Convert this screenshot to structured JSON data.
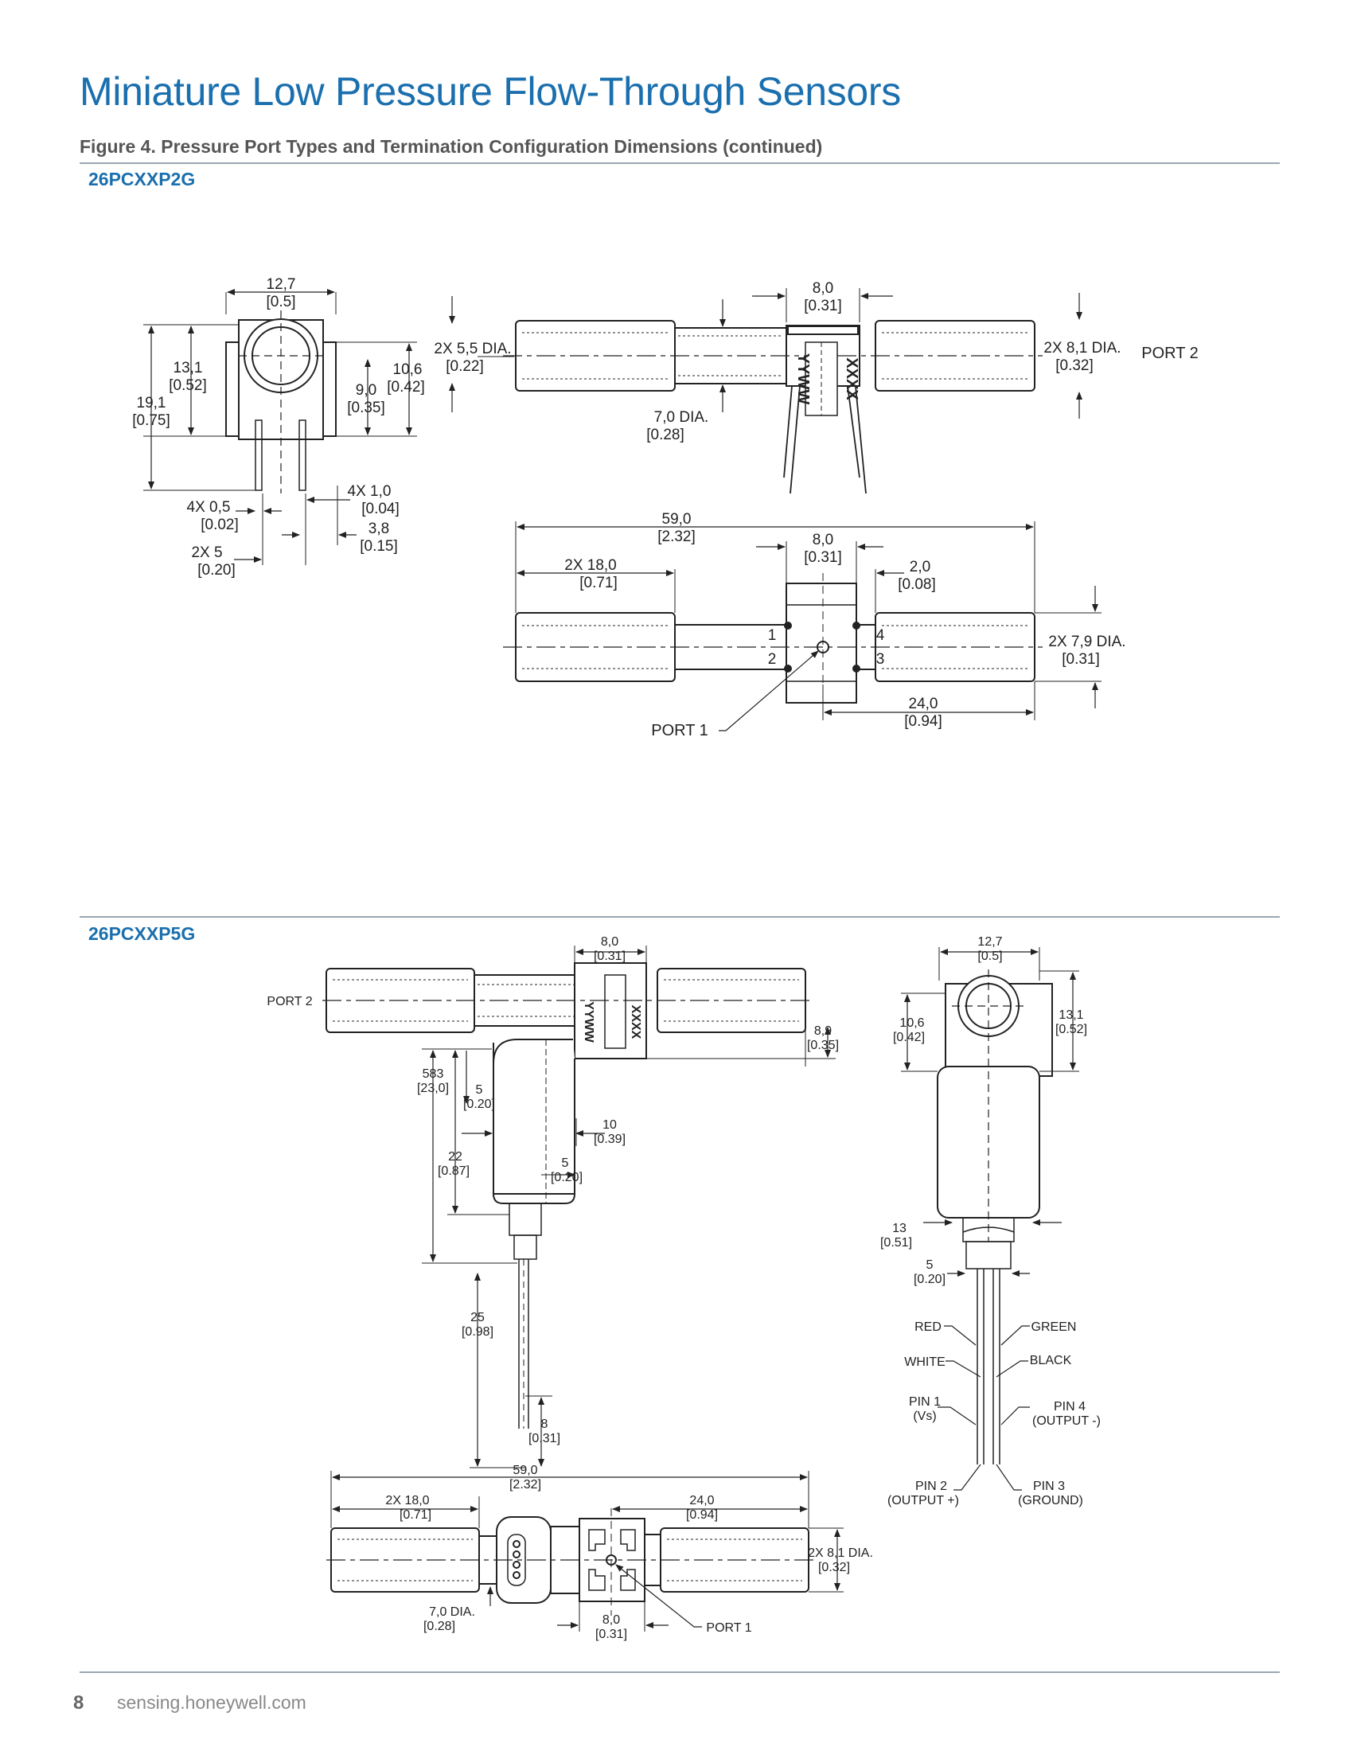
{
  "page_title": "Miniature Low Pressure Flow-Through Sensors",
  "figure_caption": "Figure 4. Pressure Port Types and Termination Configuration Dimensions (continued)",
  "model_1": "26PCXXP2G",
  "model_2": "26PCXXP5G",
  "page_number": "8",
  "footer_url": "sensing.honeywell.com",
  "marking": {
    "date_code": "YYWW",
    "part_code": "XXXX"
  },
  "colors": {
    "brand": "#1a6fae",
    "rule": "#9aa6b0",
    "line": "#222222"
  },
  "top": {
    "end_view": {
      "width_mm": "12,7",
      "width_in": "[0.5]",
      "h13_mm": "13,1",
      "h13_in": "[0.52]",
      "h19_mm": "19,1",
      "h19_in": "[0.75]",
      "h106_mm": "10,6",
      "h106_in": "[0.42]",
      "h90_mm": "9,0",
      "h90_in": "[0.35]",
      "pin_w_mm": "4X 0,5",
      "pin_w_in": "[0.02]",
      "pin_t_mm": "4X 1,0",
      "pin_t_in": "[0.04]",
      "pitch_mm": "2X 5",
      "pitch_in": "[0.20]",
      "offset_mm": "3,8",
      "offset_in": "[0.15]"
    },
    "side_view": {
      "body_w_mm": "8,0",
      "body_w_in": "[0.31]",
      "dia55_mm": "2X 5,5 DIA.",
      "dia55_in": "[0.22]",
      "dia70_mm": "7,0 DIA.",
      "dia70_in": "[0.28]",
      "dia81_mm": "2X 8,1 DIA.",
      "dia81_in": "[0.32]",
      "port2": "PORT 2"
    },
    "plan_view": {
      "len_mm": "59,0",
      "len_in": "[2.32]",
      "port_len_mm": "2X 18,0",
      "port_len_in": "[0.71]",
      "body_w_mm": "8,0",
      "body_w_in": "[0.31]",
      "gap_mm": "2,0",
      "gap_in": "[0.08]",
      "dia79_mm": "2X 7,9 DIA.",
      "dia79_in": "[0.31]",
      "center_mm": "24,0",
      "center_in": "[0.94]",
      "pins": [
        "1",
        "2",
        "3",
        "4"
      ],
      "port1": "PORT 1"
    }
  },
  "bottom": {
    "side_view": {
      "port2": "PORT 2",
      "body_w_mm": "8,0",
      "body_w_in": "[0.31]",
      "h89_mm": "8,9",
      "h89_in": "[0.35]",
      "len583_mm": "583",
      "len583_in": "[23,0]",
      "d5a_mm": "5",
      "d5a_in": "[0.20]",
      "d10_mm": "10",
      "d10_in": "[0.39]",
      "d22_mm": "22",
      "d22_in": "[0.87]",
      "d5b_mm": "5",
      "d5b_in": "[0.20]",
      "d25_mm": "25",
      "d25_in": "[0.98]",
      "d8_mm": "8",
      "d8_in": "[0.31]"
    },
    "end_view": {
      "width_mm": "12,7",
      "width_in": "[0.5]",
      "h106_mm": "10,6",
      "h106_in": "[0.42]",
      "h131_mm": "13,1",
      "h131_in": "[0.52]",
      "d13_mm": "13",
      "d13_in": "[0.51]",
      "d5_mm": "5",
      "d5_in": "[0.20]",
      "wire_red": "RED",
      "wire_green": "GREEN",
      "wire_white": "WHITE",
      "wire_black": "BLACK",
      "pin1": "PIN 1",
      "pin1_sub": "(Vs)",
      "pin4": "PIN 4",
      "pin4_sub": "(OUTPUT -)",
      "pin2": "PIN 2",
      "pin2_sub": "(OUTPUT +)",
      "pin3": "PIN 3",
      "pin3_sub": "(GROUND)"
    },
    "plan_view": {
      "len_mm": "59,0",
      "len_in": "[2.32]",
      "port_len_mm": "2X 18,0",
      "port_len_in": "[0.71]",
      "center_mm": "24,0",
      "center_in": "[0.94]",
      "dia81_mm": "2X 8,1 DIA.",
      "dia81_in": "[0.32]",
      "dia70_mm": "7,0 DIA.",
      "dia70_in": "[0.28]",
      "body_w_mm": "8,0",
      "body_w_in": "[0.31]",
      "port1": "PORT 1"
    }
  }
}
